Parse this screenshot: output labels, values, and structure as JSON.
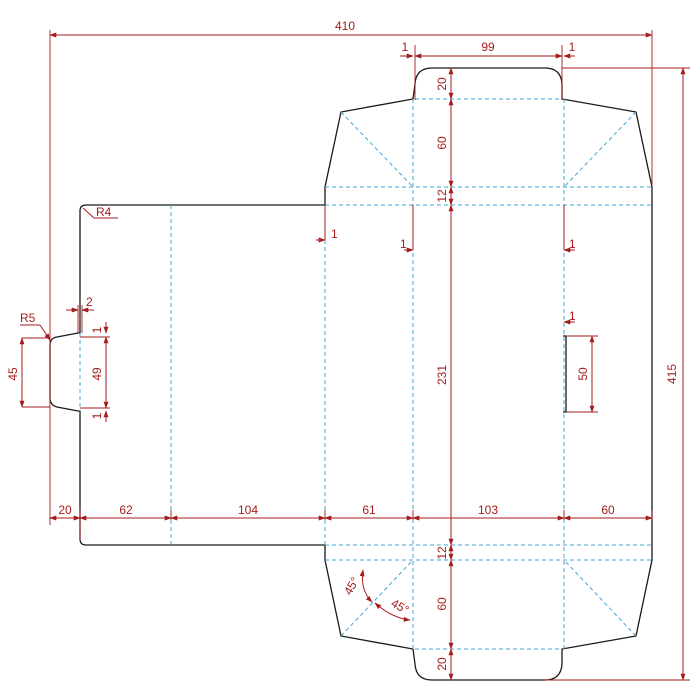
{
  "colors": {
    "cut_line": "#1a1a1a",
    "fold_line": "#3fa7d6",
    "dimension": "#a51c1c"
  },
  "dimensions": {
    "overall_width": "410",
    "overall_height": "415",
    "top_flap_width": "99",
    "top_small_left": "1",
    "top_small_right": "1",
    "top_tuck": "20",
    "top_dust": "60",
    "top_band": "12",
    "slot_left_a": "1",
    "slot_left_b": "1",
    "slot_right": "1",
    "radius_corner": "R4",
    "radius_glue": "R5",
    "glue_gap": "2",
    "glue_offset_top": "1",
    "glue_inner": "49",
    "glue_offset_bottom": "1",
    "glue_height": "45",
    "main_height": "231",
    "lock_gap": "1",
    "lock_height": "50",
    "seg_glue": "20",
    "seg_a": "62",
    "seg_b": "104",
    "seg_c": "61",
    "seg_d": "103",
    "seg_e": "60",
    "bottom_band": "12",
    "bottom_dust": "60",
    "bottom_tuck": "20",
    "angle_a": "45°",
    "angle_b": "45°"
  }
}
